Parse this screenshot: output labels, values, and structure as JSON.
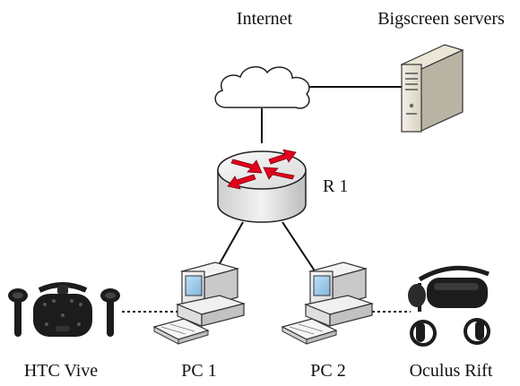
{
  "labels": {
    "internet": "Internet",
    "servers": "Bigscreen servers",
    "router": "R 1",
    "htc": "HTC Vive",
    "pc1": "PC 1",
    "pc2": "PC 2",
    "oculus": "Oculus Rift"
  },
  "colors": {
    "line": "#111111",
    "router_arrows": "#e3001b",
    "router_body": "#e4e4e4",
    "device_dark": "#1c1c1c",
    "pc_light": "#eeeeee"
  },
  "icons": {
    "cloud": "cloud-icon",
    "server": "server-tower-icon",
    "router": "router-icon",
    "pc": "desktop-computer-icon",
    "htc": "vr-headset-icon",
    "oculus": "vr-headset-icon"
  },
  "connections": [
    {
      "from": "internet",
      "to": "servers",
      "style": "solid"
    },
    {
      "from": "internet",
      "to": "router",
      "style": "solid"
    },
    {
      "from": "router",
      "to": "pc1",
      "style": "solid"
    },
    {
      "from": "router",
      "to": "pc2",
      "style": "solid"
    },
    {
      "from": "htc",
      "to": "pc1",
      "style": "dashed"
    },
    {
      "from": "pc2",
      "to": "oculus",
      "style": "dashed"
    }
  ]
}
